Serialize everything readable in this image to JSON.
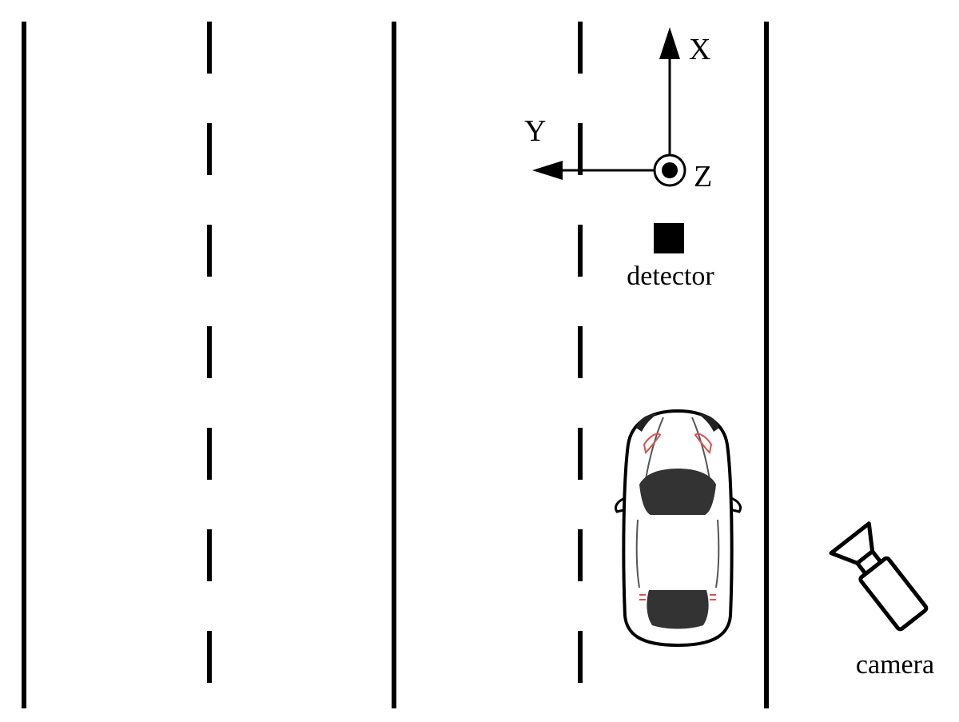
{
  "axes": {
    "x_label": "X",
    "y_label": "Y",
    "z_label": "Z"
  },
  "objects": {
    "detector_label": "detector",
    "camera_label": "camera"
  },
  "road": {
    "solid_lines": 3,
    "dashed_lines": 2
  },
  "icons": [
    "coordinate-axes-icon",
    "detector-icon",
    "car-icon",
    "camera-icon"
  ],
  "colors": {
    "line": "#000000",
    "car_body": "#ffffff",
    "car_glass": "#333333",
    "car_lights": "#d9534f",
    "background": "#ffffff"
  }
}
